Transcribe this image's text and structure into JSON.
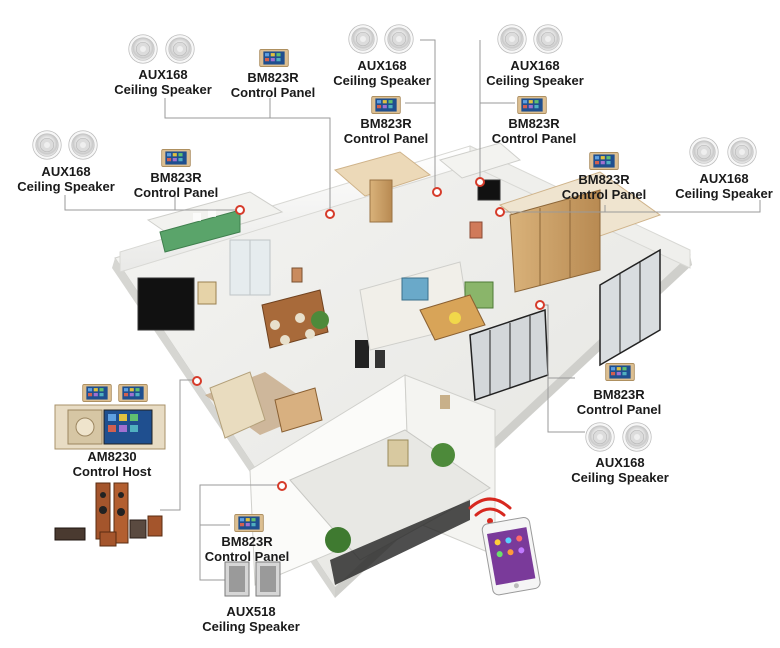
{
  "labels": {
    "aux168_top_left": {
      "model": "AUX168",
      "type": "Ceiling Speaker"
    },
    "bm823r_top_left": {
      "model": "BM823R",
      "type": "Control Panel"
    },
    "aux168_top_mid": {
      "model": "AUX168",
      "type": "Ceiling Speaker"
    },
    "bm823r_top_mid": {
      "model": "BM823R",
      "type": "Control Panel"
    },
    "aux168_top_right": {
      "model": "AUX168",
      "type": "Ceiling Speaker"
    },
    "bm823r_top_right": {
      "model": "BM823R",
      "type": "Control Panel"
    },
    "aux168_left": {
      "model": "AUX168",
      "type": "Ceiling Speaker"
    },
    "bm823r_left": {
      "model": "BM823R",
      "type": "Control Panel"
    },
    "bm823r_right": {
      "model": "BM823R",
      "type": "Control Panel"
    },
    "aux168_right": {
      "model": "AUX168",
      "type": "Ceiling Speaker"
    },
    "bm823r_right_low": {
      "model": "BM823R",
      "type": "Control Panel"
    },
    "aux168_right_low": {
      "model": "AUX168",
      "type": "Ceiling Speaker"
    },
    "am8230_host": {
      "model": "AM8230",
      "type": "Control Host"
    },
    "bm823r_bottom": {
      "model": "BM823R",
      "type": "Control Panel"
    },
    "aux518_bottom": {
      "model": "AUX518",
      "type": "Ceiling Speaker"
    }
  },
  "colors": {
    "connector_line": "#9a9a9a",
    "speaker_grille": "#e8e8e8",
    "panel_bezel": "#d9b98a",
    "panel_screen": "#1c5fa8",
    "floor": "#f1f1ef",
    "wall": "#fafafa",
    "wood": "#c9a26b",
    "marker": "#d63b2a"
  },
  "icons": {
    "ceiling_speaker": "round-speaker-icon",
    "control_panel": "touch-panel-icon",
    "control_host": "amplifier-host-icon",
    "wifi": "wifi-icon",
    "smartphone": "smartphone-icon",
    "floor_speakers": "tower-speakers-icon",
    "wall_speakers": "box-speakers-icon"
  }
}
